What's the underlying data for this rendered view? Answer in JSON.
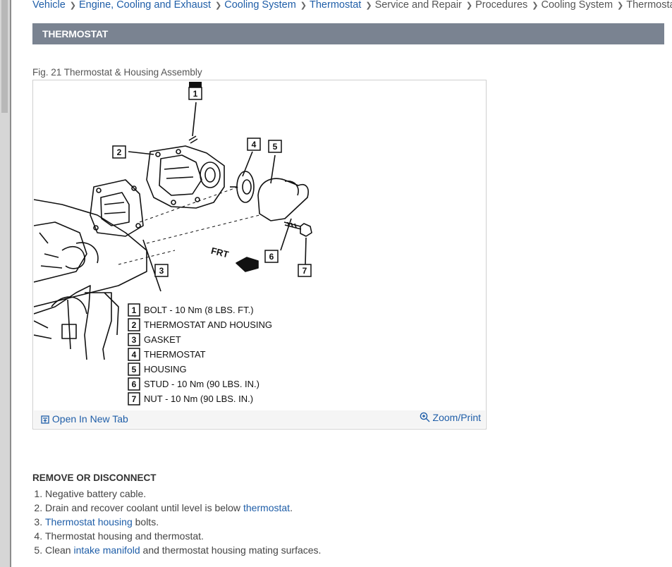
{
  "breadcrumb": [
    {
      "label": "Vehicle",
      "link": true
    },
    {
      "label": "Engine, Cooling and Exhaust",
      "link": true
    },
    {
      "label": "Cooling System",
      "link": true
    },
    {
      "label": "Thermostat",
      "link": true
    },
    {
      "label": "Service and Repair",
      "link": false
    },
    {
      "label": "Procedures",
      "link": false
    },
    {
      "label": "Cooling System",
      "link": false
    },
    {
      "label": "Thermostat",
      "link": false
    }
  ],
  "banner_title": "THERMOSTAT",
  "figure": {
    "caption": "Fig. 21 Thermostat & Housing Assembly",
    "callouts": [
      "1",
      "2",
      "3",
      "4",
      "5",
      "6",
      "7"
    ],
    "frt_label": "FRT",
    "legend": [
      {
        "num": "1",
        "text": "BOLT - 10 Nm (8 LBS. FT.)"
      },
      {
        "num": "2",
        "text": "THERMOSTAT AND HOUSING"
      },
      {
        "num": "3",
        "text": "GASKET"
      },
      {
        "num": "4",
        "text": "THERMOSTAT"
      },
      {
        "num": "5",
        "text": "HOUSING"
      },
      {
        "num": "6",
        "text": "STUD - 10 Nm (90 LBS. IN.)"
      },
      {
        "num": "7",
        "text": "NUT - 10 Nm (90 LBS. IN.)"
      }
    ],
    "open_tab_label": "Open In New Tab",
    "zoom_label": "Zoom/Print"
  },
  "section_heading": "REMOVE OR DISCONNECT",
  "steps": [
    [
      {
        "t": "Negative battery cable."
      }
    ],
    [
      {
        "t": "Drain and recover coolant until level is below "
      },
      {
        "t": "thermostat",
        "link": true
      },
      {
        "t": "."
      }
    ],
    [
      {
        "t": "Thermostat housing",
        "link": true
      },
      {
        "t": " bolts."
      }
    ],
    [
      {
        "t": "Thermostat housing and thermostat."
      }
    ],
    [
      {
        "t": "Clean "
      },
      {
        "t": "intake manifold",
        "link": true
      },
      {
        "t": " and thermostat housing mating surfaces."
      }
    ]
  ],
  "icons": {
    "open_tab": "open-in-new-tab-icon",
    "zoom": "zoom-in-icon",
    "separator": "chevron-right-icon"
  },
  "colors": {
    "link": "#1f5ea8",
    "banner": "#7a8391",
    "text": "#333333"
  }
}
